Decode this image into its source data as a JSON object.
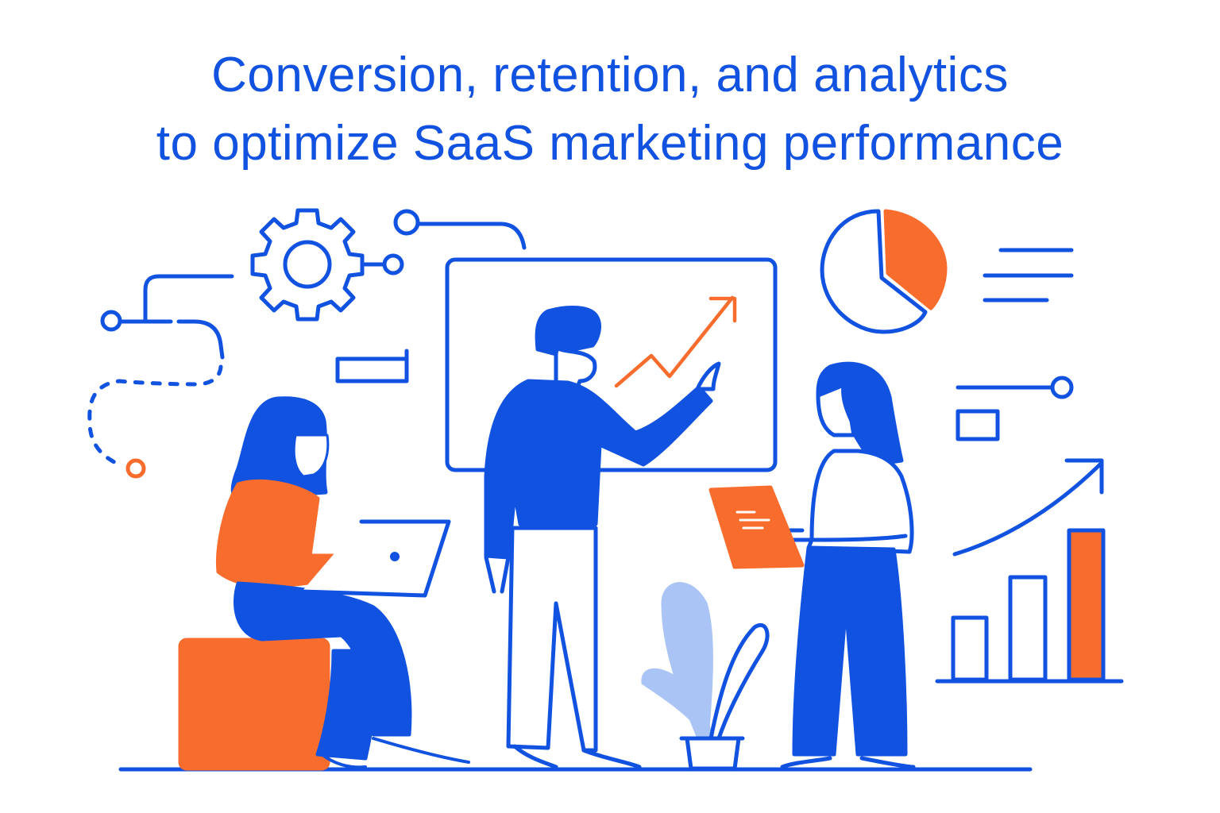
{
  "headline": {
    "line1": "Conversion, retention, and analytics",
    "line2": "to optimize SaaS marketing performance"
  },
  "colors": {
    "primary_blue": "#1152e0",
    "accent_orange": "#f86d2e",
    "light_blue": "#a9c4f5",
    "background": "#ffffff"
  },
  "illustration": {
    "people": [
      "seated-woman-with-laptop",
      "man-pointing-at-board",
      "standing-woman-with-tablet"
    ],
    "icons": [
      "gear-icon",
      "pie-chart-icon",
      "bar-chart-icon",
      "trend-arrow-icon",
      "whiteboard-icon",
      "laptop-icon",
      "tablet-icon",
      "plant-icon",
      "ottoman-seat"
    ]
  }
}
